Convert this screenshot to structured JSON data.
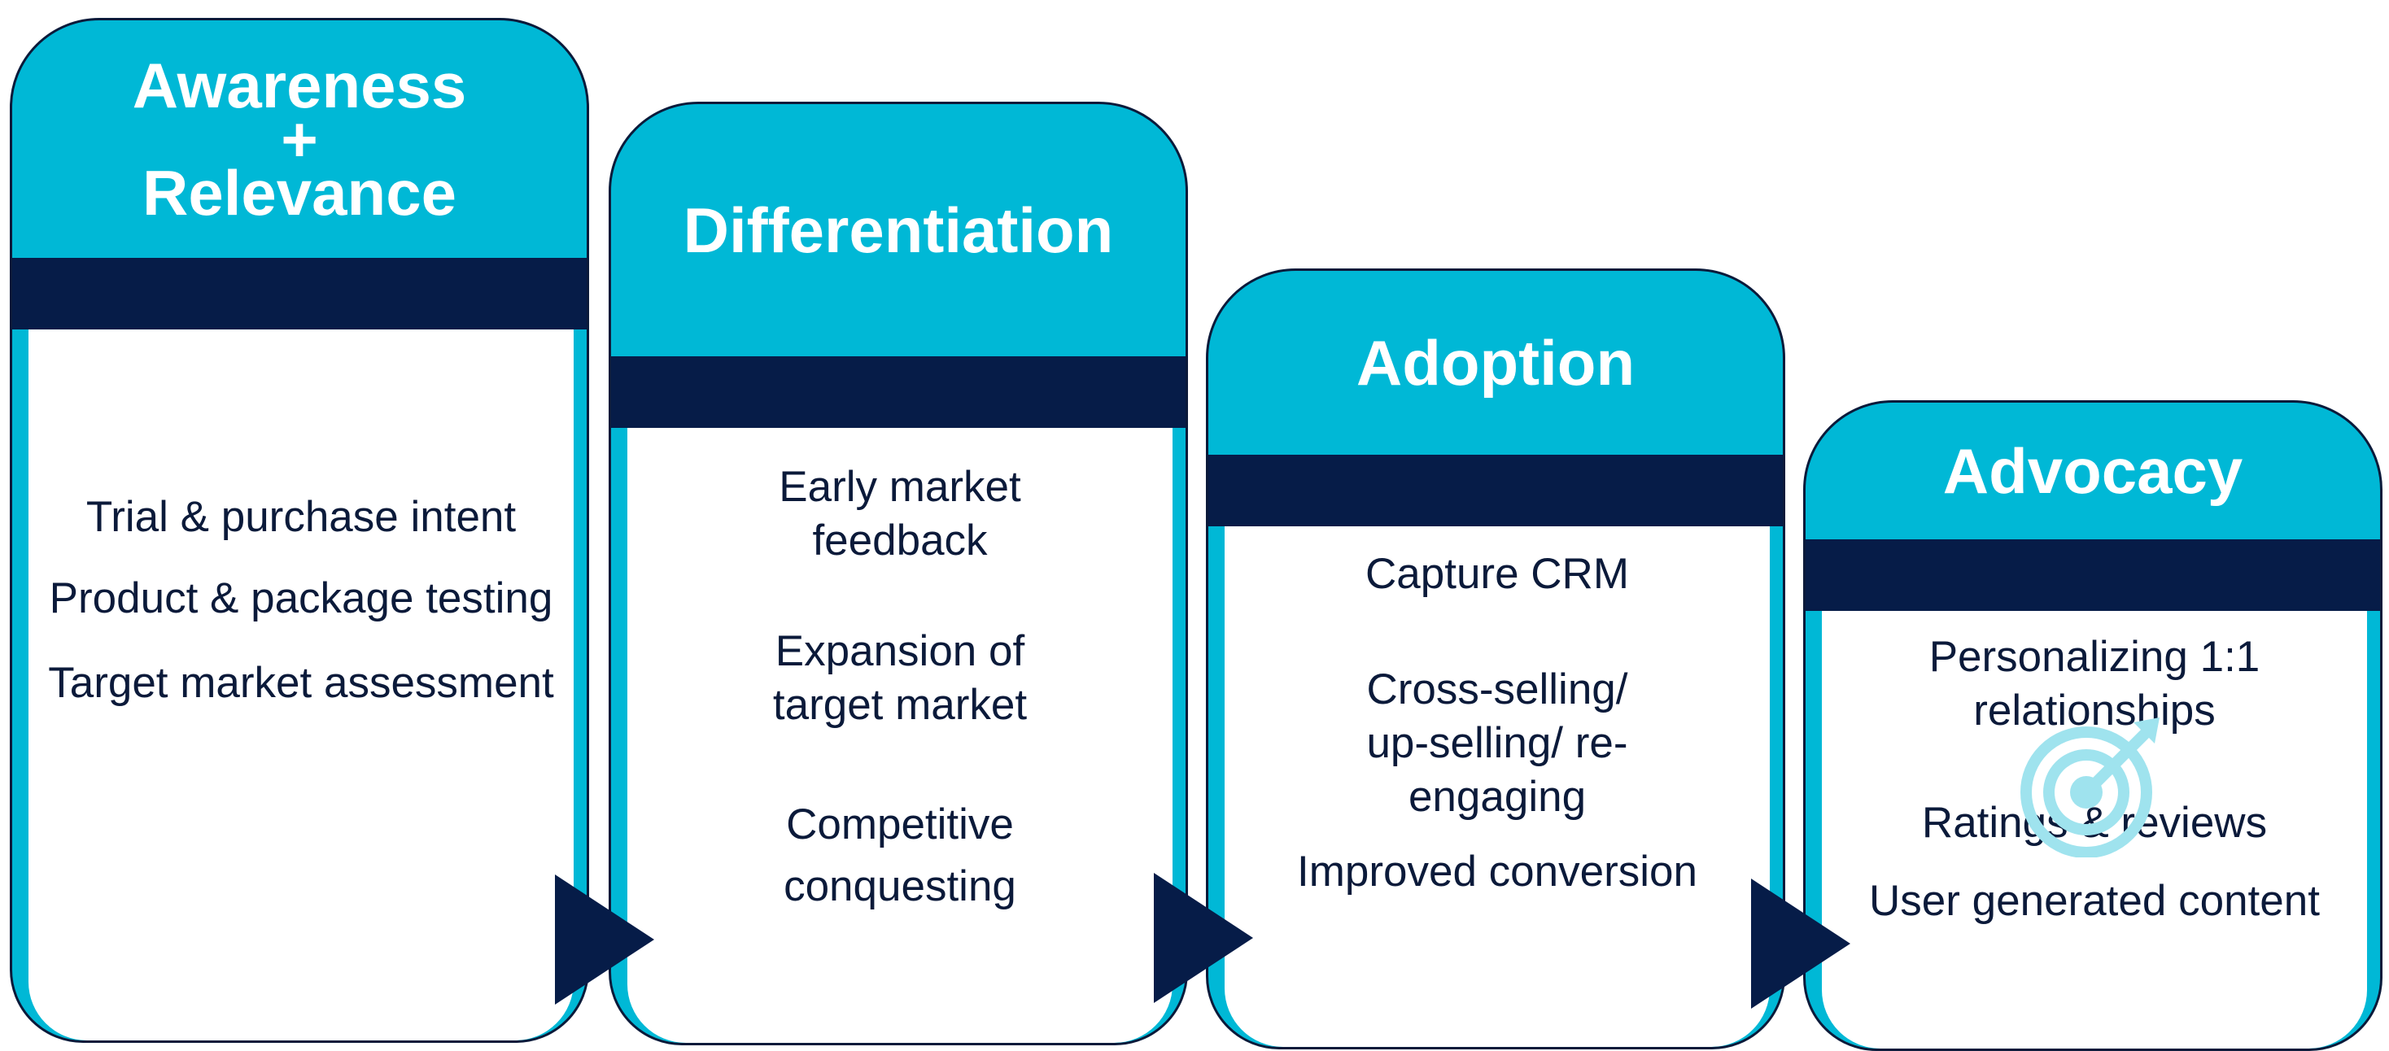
{
  "colors": {
    "header": "#00b8d6",
    "band": "#061c48",
    "body_text": "#0b1a3a",
    "arrow": "#061c48"
  },
  "stages": [
    {
      "title_lines": [
        "Awareness",
        "+",
        "Relevance"
      ],
      "items": [
        "Trial & purchase intent",
        "Product & package testing",
        "Target market assessment"
      ]
    },
    {
      "title_lines": [
        "Differentiation"
      ],
      "items": [
        "Early market feedback",
        "Expansion of target market",
        "Competitive conquesting"
      ]
    },
    {
      "title_lines": [
        "Adoption"
      ],
      "items": [
        "Capture CRM",
        "Cross-selling/ up-selling/ re-engaging",
        "Improved conversion"
      ]
    },
    {
      "title_lines": [
        "Advocacy"
      ],
      "items": [
        "Personalizing 1:1 relationships",
        "Ratings & reviews",
        "User generated content"
      ]
    }
  ],
  "icons": {
    "arrow": "triangle-arrow-icon",
    "target": "target-icon"
  }
}
